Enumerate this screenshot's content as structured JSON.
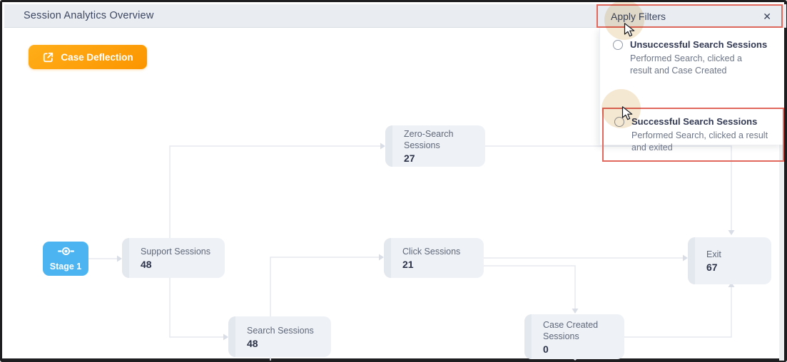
{
  "titlebar": {
    "title": "Session Analytics Overview"
  },
  "toolbar": {
    "case_deflection": "Case Deflection"
  },
  "filter_panel": {
    "title": "Apply Filters",
    "close": "✕",
    "options": [
      {
        "label": "Unsuccessful Search Sessions",
        "description": "Performed Search, clicked a\nresult and Case Created",
        "selected": false,
        "highlighted": false
      },
      {
        "label": "Successful Search Sessions",
        "description": "Performed Search, clicked a result\nand exited",
        "selected": false,
        "highlighted": true
      }
    ]
  },
  "flow": {
    "stage": {
      "label": "Stage 1"
    },
    "nodes": {
      "support": {
        "label": "Support Sessions",
        "value": "48"
      },
      "zero_search": {
        "label": "Zero-Search Sessions",
        "value": "27"
      },
      "click": {
        "label": "Click Sessions",
        "value": "21"
      },
      "search": {
        "label": "Search Sessions",
        "value": "48"
      },
      "case_created": {
        "label": "Case Created Sessions",
        "value": "0"
      },
      "exit": {
        "label": "Exit",
        "value": "67"
      }
    }
  },
  "colors": {
    "accent_orange": "#fb9500",
    "stage_blue": "#4cb4f0",
    "highlight_red": "#e0685d",
    "node_bg": "#eef1f6",
    "line": "#e6e9f0",
    "topbar_bg": "#e9edf2"
  }
}
